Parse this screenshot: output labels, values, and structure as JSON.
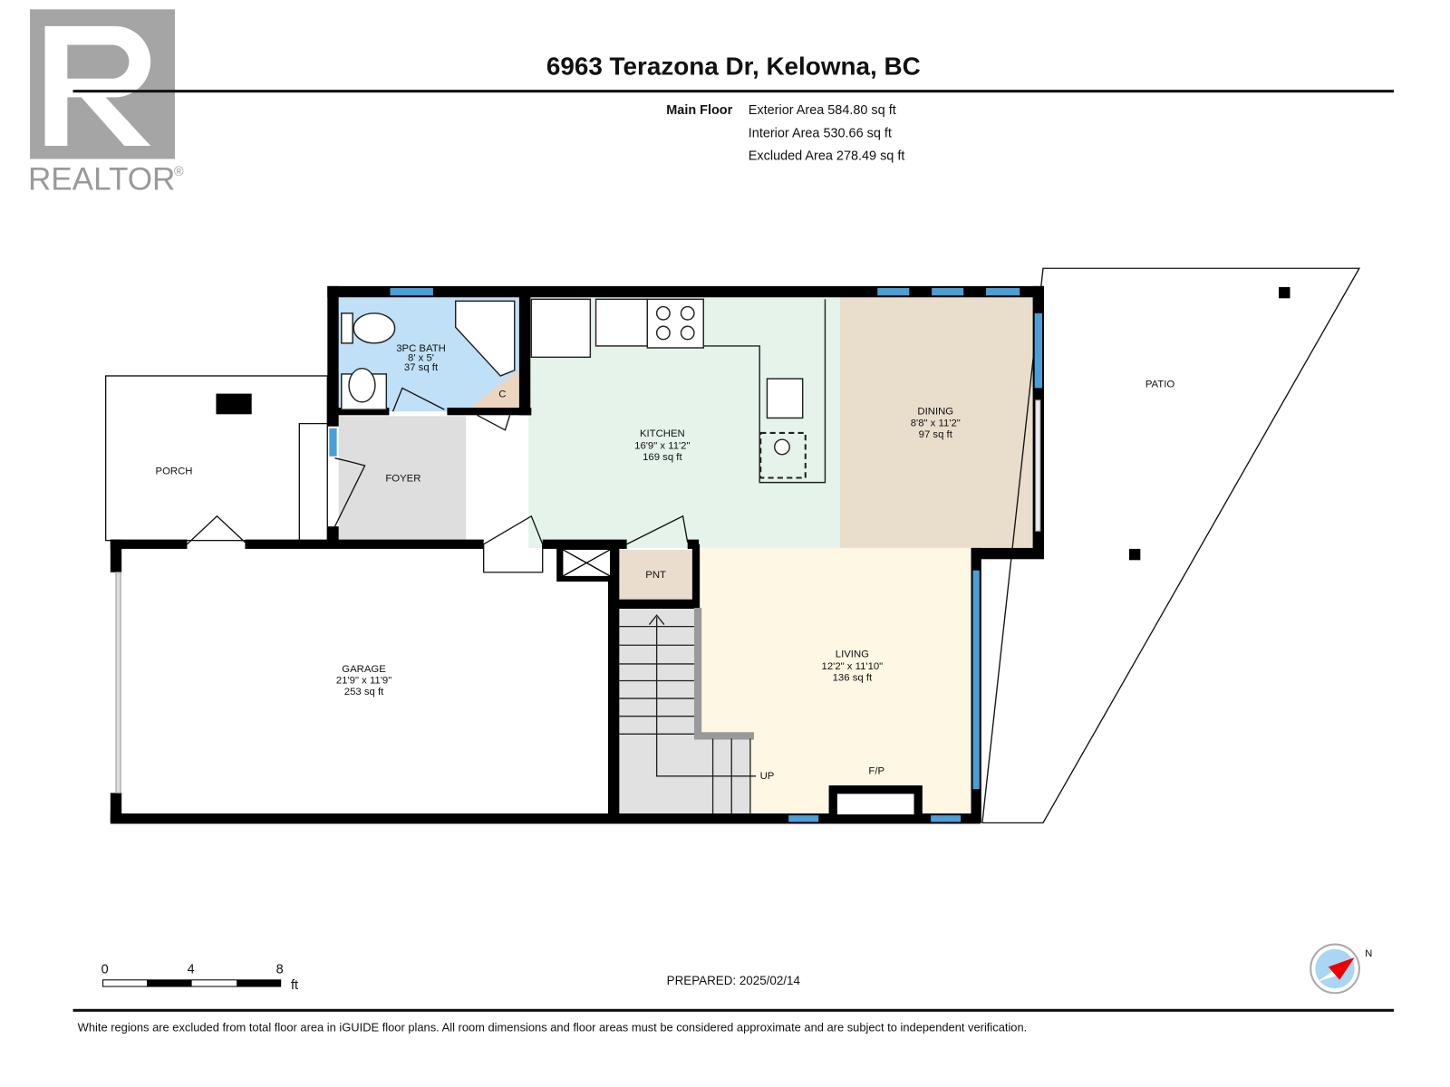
{
  "header": {
    "title": "6963 Terazona Dr, Kelowna, BC",
    "floor_label": "Main Floor",
    "areas": [
      "Exterior Area 584.80 sq ft",
      "Interior Area 530.66 sq ft",
      "Excluded Area 278.49 sq ft"
    ]
  },
  "logo": {
    "text": "REALTOR",
    "mark": "®"
  },
  "rooms": {
    "bath": {
      "name": "3PC BATH",
      "dims": "8' x 5'",
      "area": "37 sq ft"
    },
    "closet": {
      "name": "C"
    },
    "kitchen": {
      "name": "KITCHEN",
      "dims": "16'9\" x 11'2\"",
      "area": "169 sq ft"
    },
    "dining": {
      "name": "DINING",
      "dims": "8'8\" x 11'2\"",
      "area": "97 sq ft"
    },
    "foyer": {
      "name": "FOYER"
    },
    "porch": {
      "name": "PORCH"
    },
    "patio": {
      "name": "PATIO"
    },
    "garage": {
      "name": "GARAGE",
      "dims": "21'9\" x 11'9\"",
      "area": "253 sq ft"
    },
    "pantry": {
      "name": "PNT"
    },
    "living": {
      "name": "LIVING",
      "dims": "12'2\" x 11'10\"",
      "area": "136 sq ft"
    },
    "stairs": {
      "label": "UP"
    },
    "fireplace": {
      "label": "F/P"
    }
  },
  "colors": {
    "bath": "#bfe0f7",
    "kitchen": "#e5f3eb",
    "dining": "#e9ddcc",
    "foyer": "#dedede",
    "living": "#fdf7e3",
    "pantry": "#eaddcd",
    "closet": "#ecd6c0",
    "window": "#4a9fd6"
  },
  "scale": {
    "ticks": [
      "0",
      "4",
      "8"
    ],
    "unit": "ft"
  },
  "prepared": "PREPARED: 2025/02/14",
  "compass": {
    "label": "N",
    "icon": "compass-icon"
  },
  "footer": {
    "disclaimer": "White regions are excluded from total floor area in iGUIDE floor plans. All room dimensions and floor areas must be considered approximate and are subject to independent verification."
  }
}
